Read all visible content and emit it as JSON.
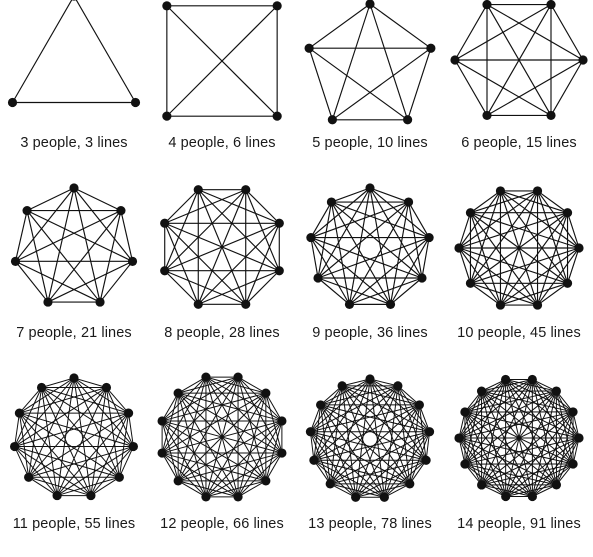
{
  "colors": {
    "node": "#111111",
    "edge": "#111111",
    "caption": "#1a1a1a",
    "background": "#ffffff"
  },
  "graphs": [
    {
      "people": 3,
      "lines": 3,
      "caption": "3 people, 3 lines"
    },
    {
      "people": 4,
      "lines": 6,
      "caption": "4 people, 6 lines"
    },
    {
      "people": 5,
      "lines": 10,
      "caption": "5 people, 10 lines"
    },
    {
      "people": 6,
      "lines": 15,
      "caption": "6 people, 15 lines"
    },
    {
      "people": 7,
      "lines": 21,
      "caption": "7 people, 21 lines"
    },
    {
      "people": 8,
      "lines": 28,
      "caption": "8 people, 28 lines"
    },
    {
      "people": 9,
      "lines": 36,
      "caption": "9 people, 36 lines"
    },
    {
      "people": 10,
      "lines": 45,
      "caption": "10 people, 45 lines"
    },
    {
      "people": 11,
      "lines": 55,
      "caption": "11 people, 55 lines"
    },
    {
      "people": 12,
      "lines": 66,
      "caption": "12 people, 66 lines"
    },
    {
      "people": 13,
      "lines": 78,
      "caption": "13 people, 78 lines"
    },
    {
      "people": 14,
      "lines": 91,
      "caption": "14 people, 91 lines"
    }
  ]
}
